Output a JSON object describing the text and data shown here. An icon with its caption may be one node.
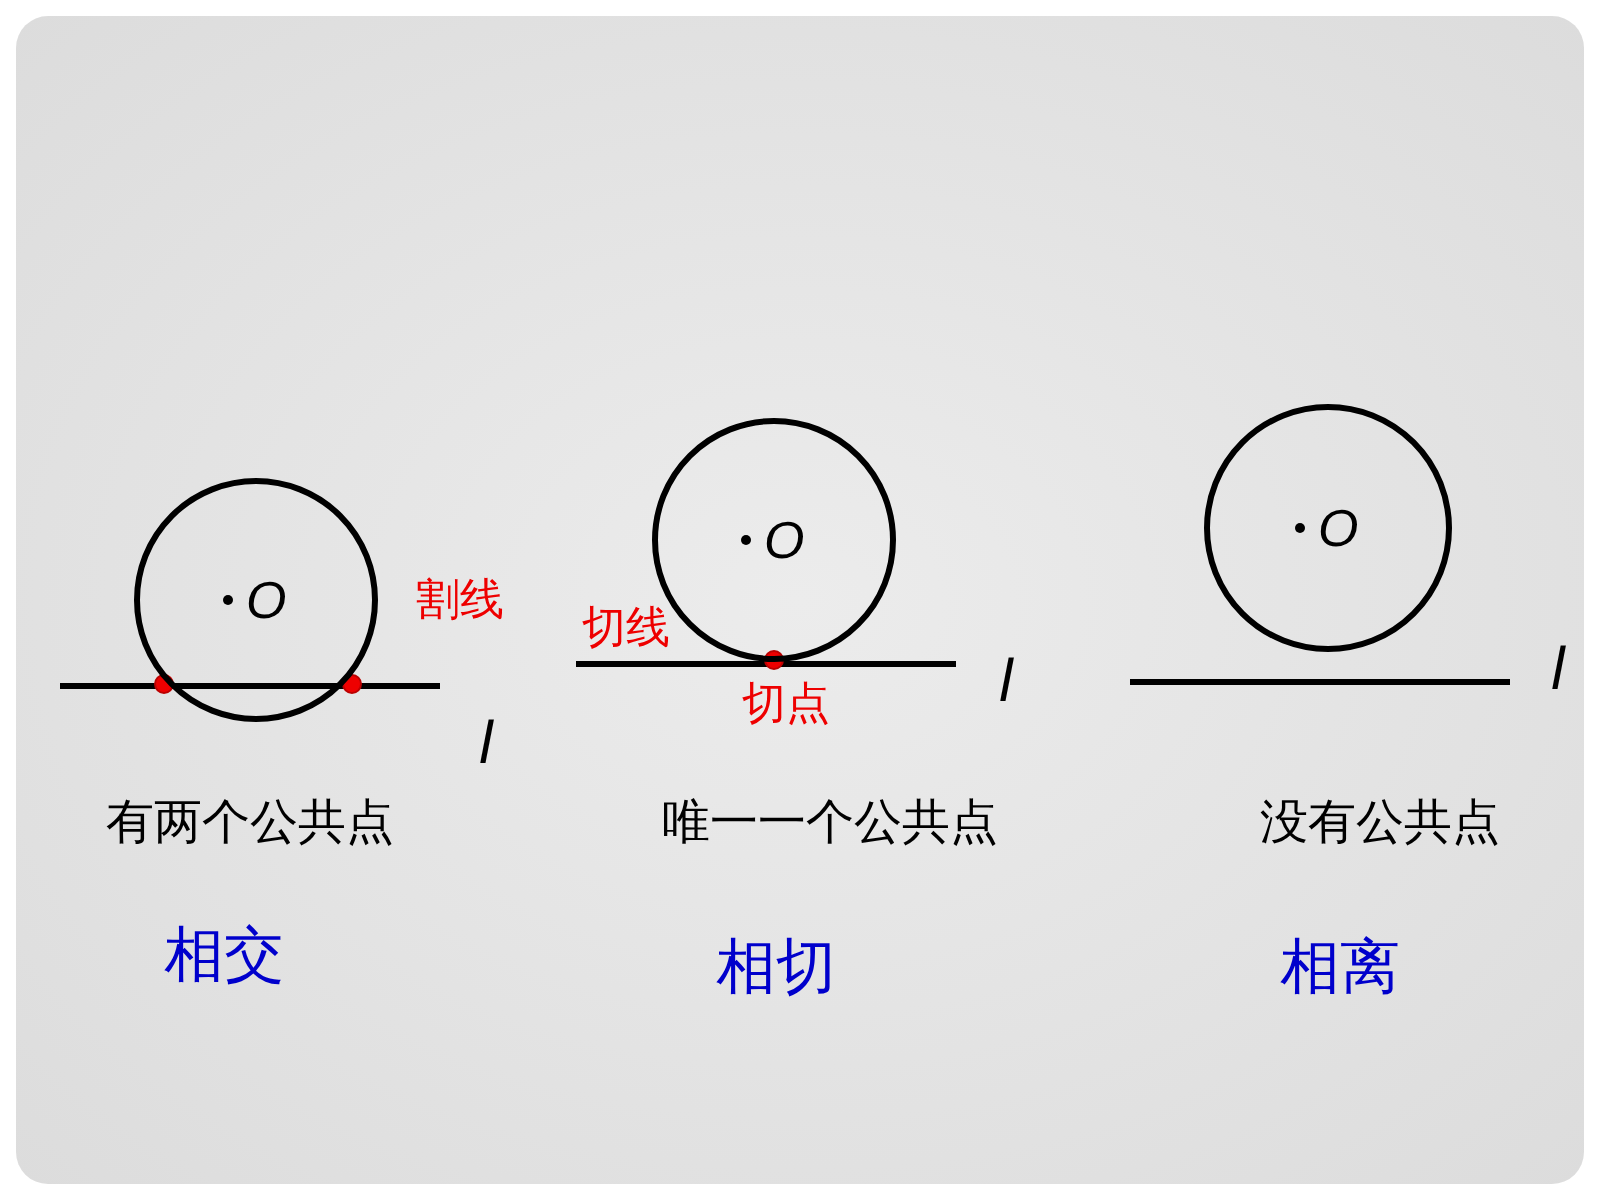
{
  "diagram": {
    "nodes": [
      {
        "text": [
          "O"
        ]
      },
      {
        "text": [
          "O"
        ]
      },
      {
        "text": [
          "O"
        ]
      }
    ],
    "labels": [
      "割线",
      "l",
      "有两个公共点",
      "相交",
      "切线",
      "切点",
      "l",
      "唯一一个公共点",
      "相切",
      "l",
      "没有公共点",
      "相离"
    ]
  }
}
